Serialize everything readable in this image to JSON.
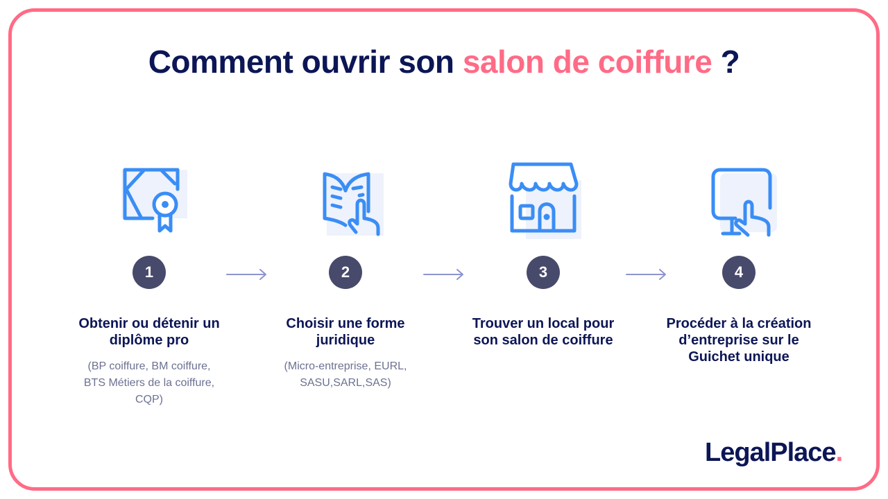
{
  "title": {
    "part1": "Comment ouvrir son",
    "accent": "salon de coiffure",
    "part2": "?"
  },
  "steps": [
    {
      "number": "1",
      "icon": "certificate-icon",
      "title": "Obtenir ou détenir un diplôme pro",
      "description": "(BP coiffure, BM coiffure, BTS Métiers de la coiffure, CQP)"
    },
    {
      "number": "2",
      "icon": "open-book-pointer-icon",
      "title": "Choisir une forme juridique",
      "description": "(Micro-entreprise, EURL, SASU,SARL,SAS)"
    },
    {
      "number": "3",
      "icon": "storefront-icon",
      "title": "Trouver un local pour son salon de coiffure",
      "description": ""
    },
    {
      "number": "4",
      "icon": "computer-touch-icon",
      "title": "Procéder à la création d’entreprise sur le Guichet unique",
      "description": ""
    }
  ],
  "logo": {
    "text": "LegalPlace",
    "dot": "."
  },
  "colors": {
    "navy": "#0c1656",
    "pink": "#ff6b86",
    "badge": "#474a6b",
    "icon_blue": "#3a8df5",
    "arrow": "#8d94cf",
    "muted_text": "#6c7191"
  }
}
